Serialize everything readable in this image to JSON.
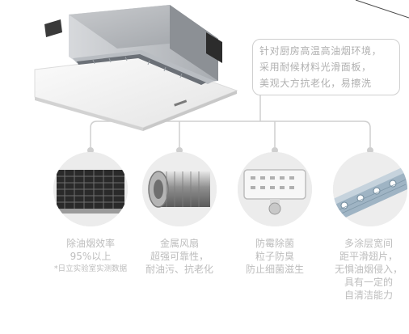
{
  "callout": {
    "lines": [
      "针对厨房高温高油烟环境，",
      "采用耐候材料光滑面板，",
      "美观大方抗老化，易擦洗"
    ]
  },
  "features": [
    {
      "lines": [
        "除油烟效率",
        "95%以上",
        "*日立实验室实测数据"
      ],
      "icon": "filter-mesh-image"
    },
    {
      "lines": [
        "金属风扇",
        "超强可靠性，",
        "耐油污、抗老化"
      ],
      "icon": "metal-fan-image"
    },
    {
      "lines": [
        "防霉除菌",
        "粒子防臭",
        "防止细菌滋生"
      ],
      "icon": "antibacterial-filter-image"
    },
    {
      "lines": [
        "多涂层宽间",
        "距平滑翅片，",
        "无惧油烟侵入，",
        "具有一定的",
        "自清洁能力"
      ],
      "icon": "heat-fins-image"
    }
  ],
  "colors": {
    "line": "#cfcfcf",
    "text": "#bdbdbd",
    "circle_fill": "#e9e9e9"
  }
}
